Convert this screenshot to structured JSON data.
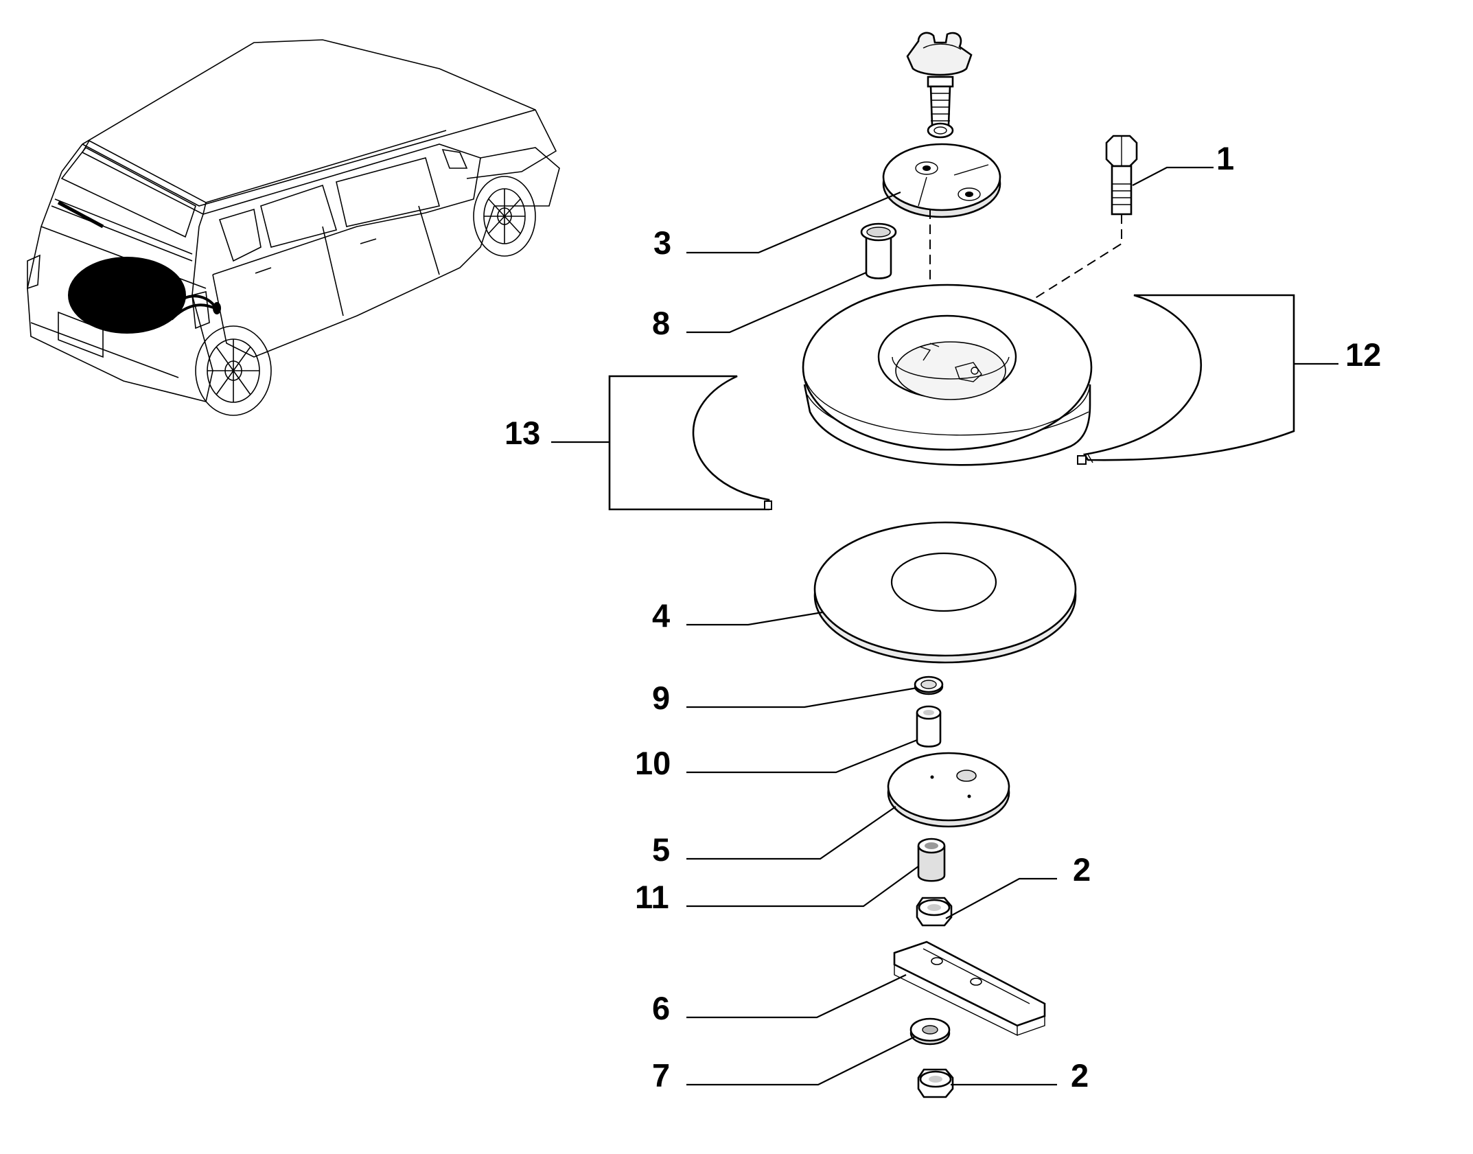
{
  "diagram": {
    "callouts": [
      {
        "id": "c1",
        "label": "1"
      },
      {
        "id": "c2a",
        "label": "2"
      },
      {
        "id": "c2b",
        "label": "2"
      },
      {
        "id": "c3",
        "label": "3"
      },
      {
        "id": "c4",
        "label": "4"
      },
      {
        "id": "c5",
        "label": "5"
      },
      {
        "id": "c6",
        "label": "6"
      },
      {
        "id": "c7",
        "label": "7"
      },
      {
        "id": "c8",
        "label": "8"
      },
      {
        "id": "c9",
        "label": "9"
      },
      {
        "id": "c10",
        "label": "10"
      },
      {
        "id": "c11",
        "label": "11"
      },
      {
        "id": "c12",
        "label": "12"
      },
      {
        "id": "c13",
        "label": "13"
      }
    ]
  }
}
